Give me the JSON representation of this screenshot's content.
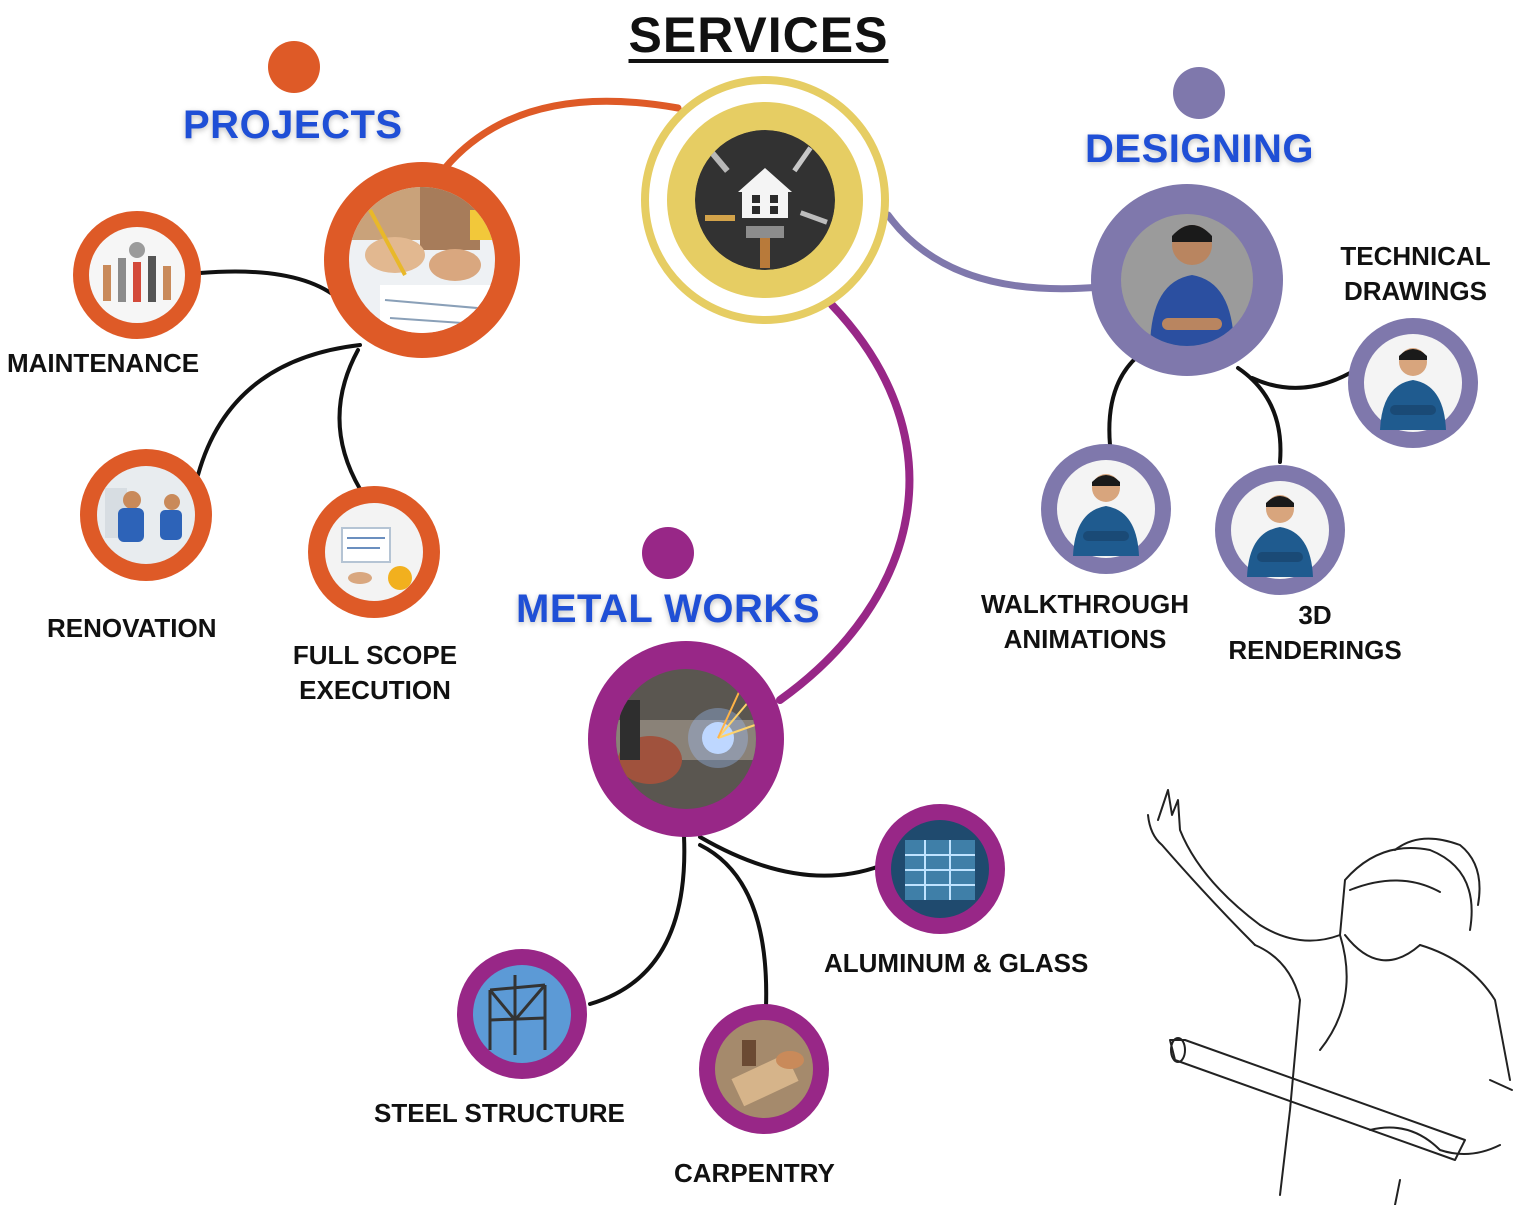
{
  "title": "SERVICES",
  "colors": {
    "projects": "#de5a27",
    "designing": "#7f78ac",
    "metal_works": "#982787",
    "hub": "#e6cd63",
    "category_text": "#1f4fd6",
    "label_text": "#111111"
  },
  "hub": {
    "icon": "house-tools-icon"
  },
  "categories": {
    "projects": {
      "label": "PROJECTS",
      "icon": "drafting-hands-icon",
      "items": [
        {
          "label": "MAINTENANCE",
          "icon": "tools-icon"
        },
        {
          "label": "RENOVATION",
          "icon": "worker-icon"
        },
        {
          "label": "FULL SCOPE\nEXECUTION",
          "icon": "blueprint-table-icon"
        }
      ]
    },
    "designing": {
      "label": "DESIGNING",
      "icon": "designer-portrait-icon",
      "items": [
        {
          "label": "TECHNICAL\nDRAWINGS",
          "icon": "designer-icon"
        },
        {
          "label": "WALKTHROUGH\nANIMATIONS",
          "icon": "designer-icon"
        },
        {
          "label": "3D\nRENDERINGS",
          "icon": "designer-icon"
        }
      ]
    },
    "metal_works": {
      "label": "METAL WORKS",
      "icon": "welding-icon",
      "items": [
        {
          "label": "ALUMINUM & GLASS",
          "icon": "glass-building-icon"
        },
        {
          "label": "STEEL STRUCTURE",
          "icon": "steel-frame-icon"
        },
        {
          "label": "CARPENTRY",
          "icon": "woodwork-icon"
        }
      ]
    }
  },
  "illustration": {
    "icon": "engineers-line-art-icon"
  }
}
